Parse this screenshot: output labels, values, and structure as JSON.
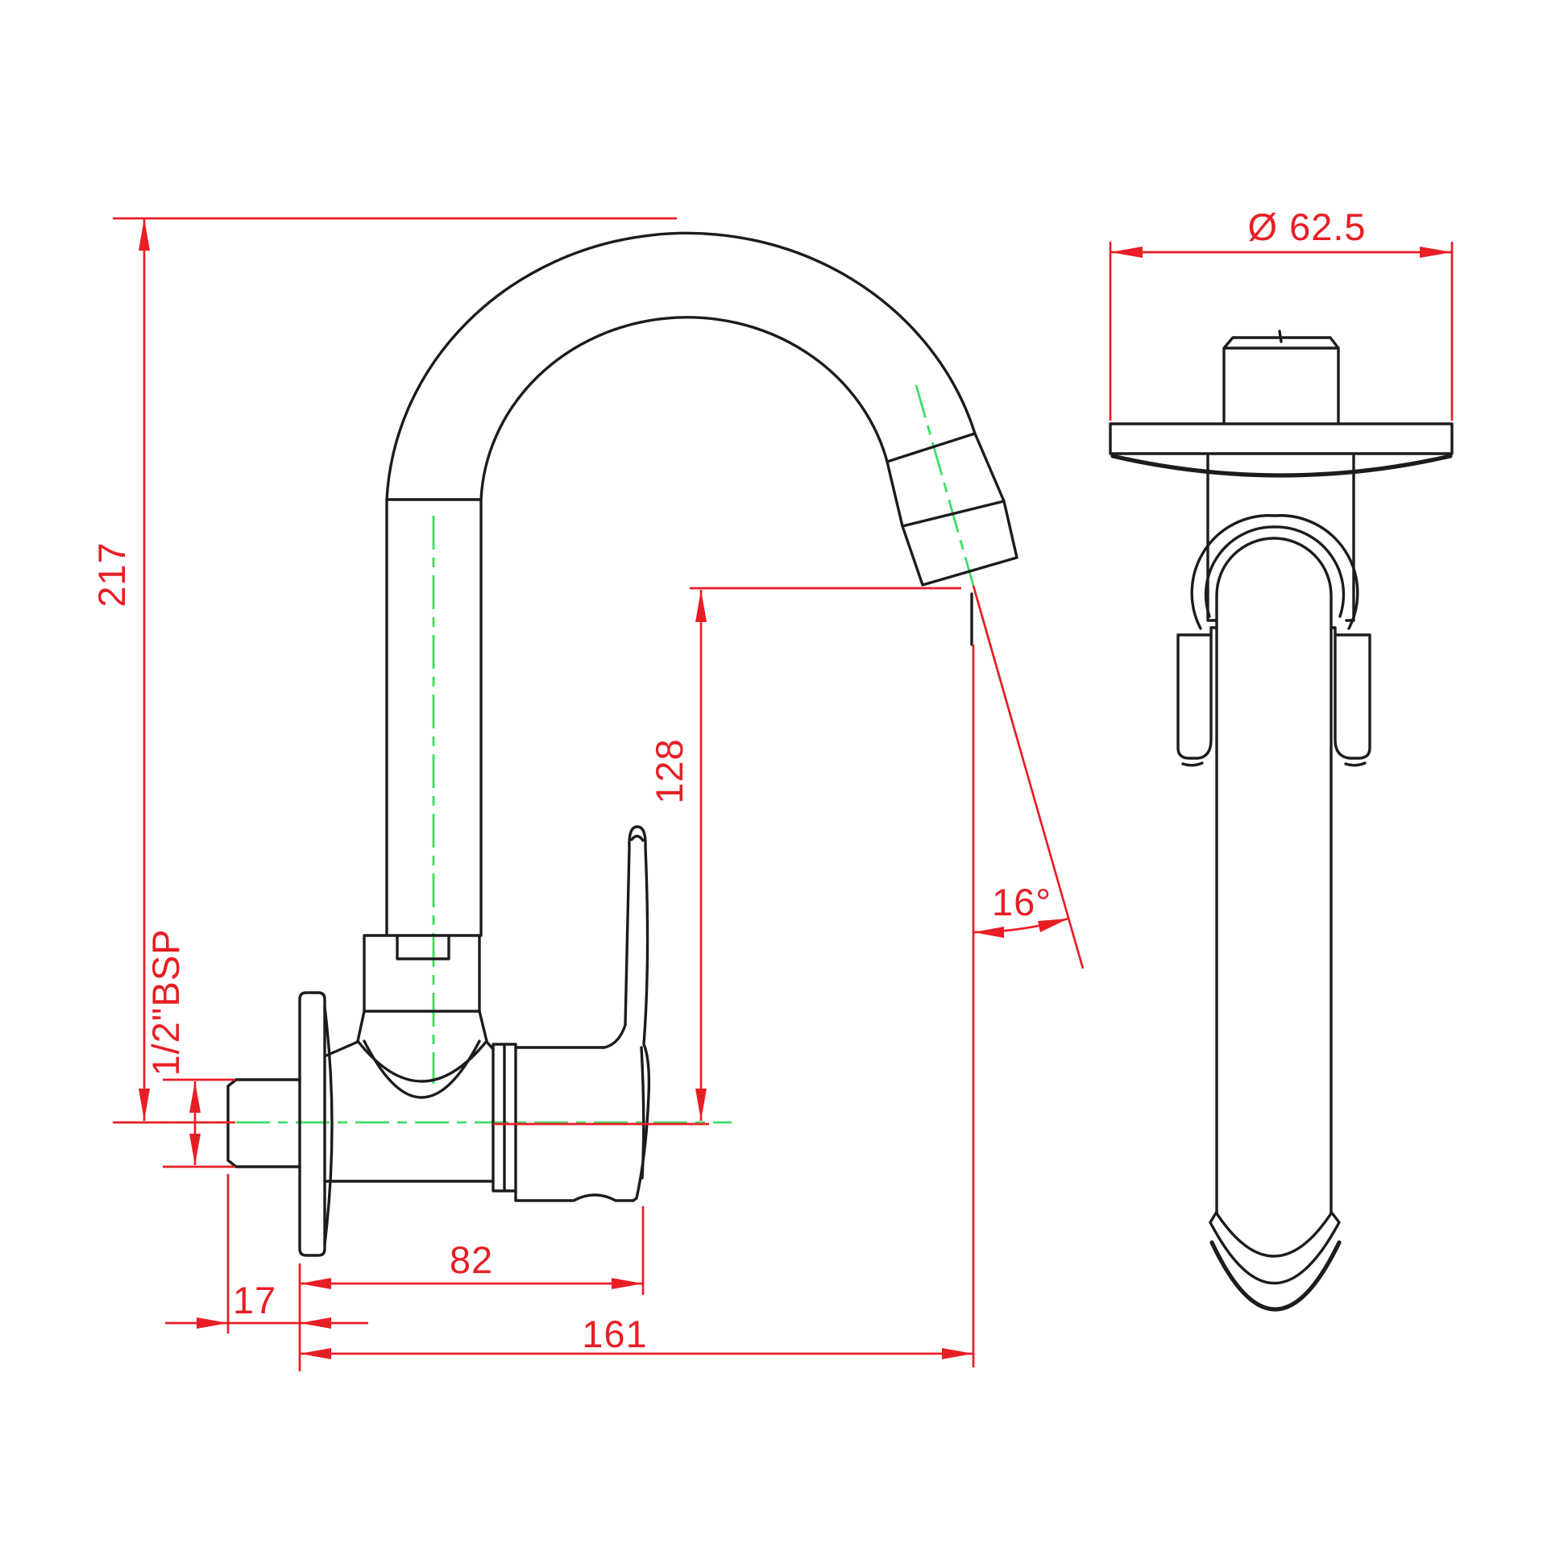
{
  "labels": {
    "overall_height": "217",
    "outlet_height": "128",
    "outlet_angle": "16°",
    "body_length": "82",
    "inlet_length": "17",
    "overall_reach": "161",
    "inlet_thread": "1/2\"BSP",
    "flange_diameter": "Ø 62.5"
  },
  "colors": {
    "object_line": "#1c1c1c",
    "dimension_line": "#e81e25",
    "centerline": "#3edd64",
    "marker_fill": "#0a0a0a",
    "background": "#ffffff"
  }
}
